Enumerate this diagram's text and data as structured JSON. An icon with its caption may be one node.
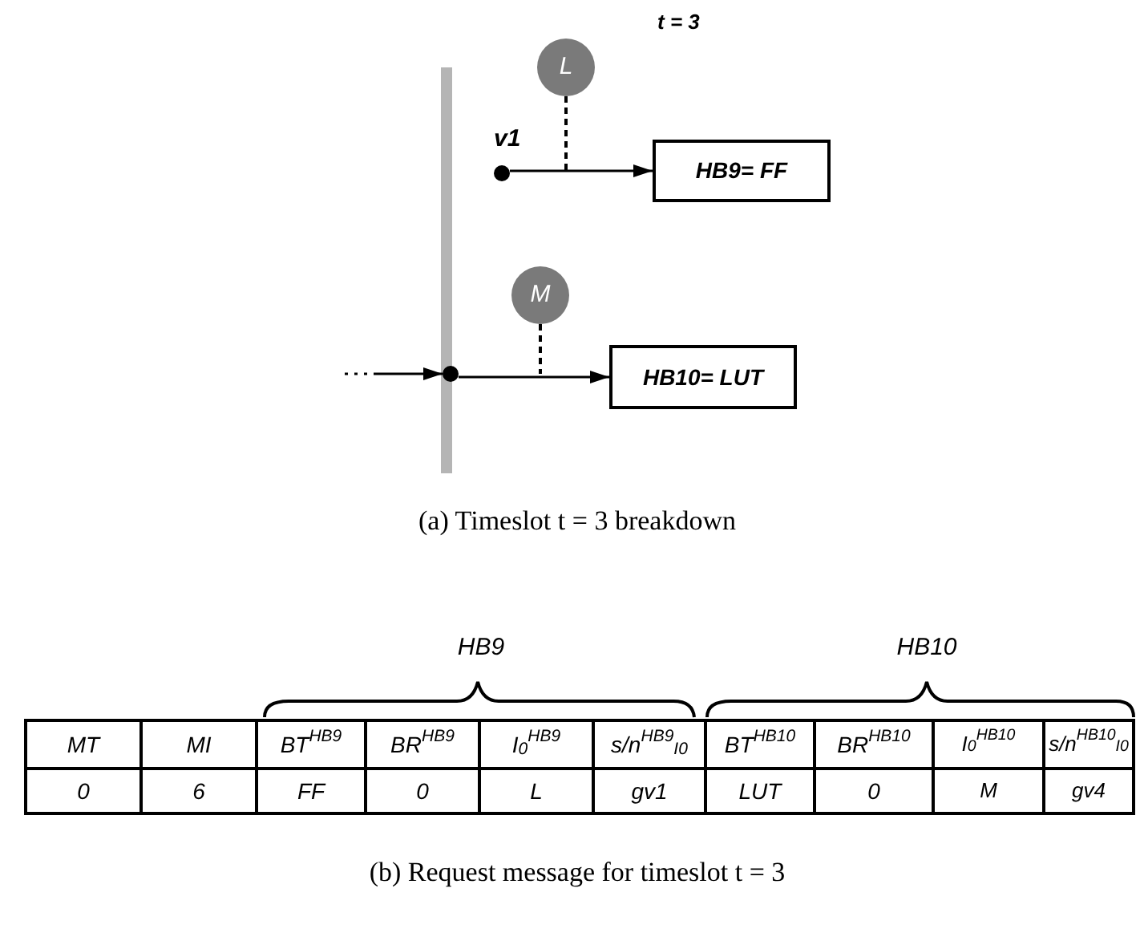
{
  "diagram": {
    "caption": "(b) Request message for timeslot t = 3",
    "nodes": [
      {
        "text": [
          "L"
        ]
      },
      {
        "text": [],
        "shape": "circle",
        "beside": [
          "v1"
        ]
      },
      {
        "text": [
          "HB9= FF"
        ]
      },
      {
        "text": [
          "M"
        ]
      },
      {
        "text": [],
        "shape": "circle"
      },
      {
        "text": [
          "HB10= LUT"
        ]
      }
    ],
    "edges": [
      {
        "from": 1,
        "to": 2,
        "arrow": "to"
      },
      {
        "from": 0,
        "to": null,
        "arrow": "none",
        "style": "dashed"
      },
      {
        "from": 4,
        "to": 5,
        "arrow": "to"
      },
      {
        "from": 3,
        "to": null,
        "arrow": "none",
        "style": "dashed"
      },
      {
        "from": null,
        "to": 4,
        "arrow": "to"
      }
    ],
    "labels": [
      "t = 3",
      "(a) Timeslot t = 3 breakdown",
      "HB9",
      "HB10",
      "MT",
      "MI",
      "BT$^{HB9}$",
      "BR$^{HB9}$",
      "I$_{0}$$^{HB9}$",
      "s/n$^{HB9}$$_{I0}$",
      "BT$^{HB10}$",
      "BR$^{HB10}$",
      "I$_{0}$$^{HB10}$",
      "s/n$^{HB10}$$_{I0}$",
      "0",
      "6",
      "FF",
      "0",
      "L",
      "gv1",
      "LUT",
      "0",
      "M",
      "gv4"
    ]
  }
}
